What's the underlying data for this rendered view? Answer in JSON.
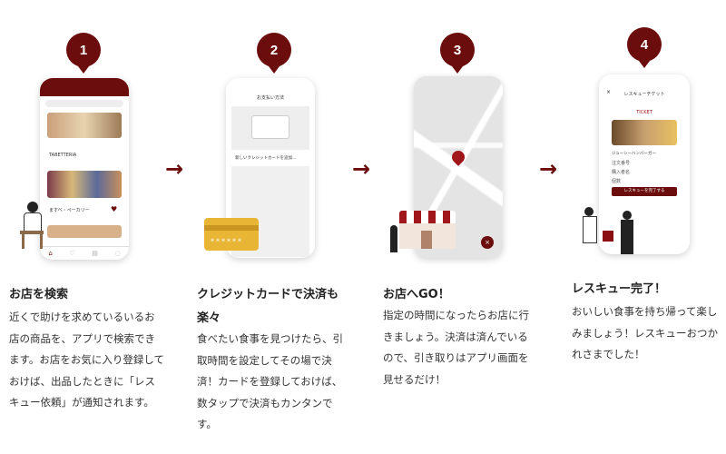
{
  "steps": [
    {
      "number": "1",
      "title": "お店を検索",
      "desc": "近くで助けを求めているいるお店の商品を、アプリで検索できます。お店をお気に入り登録しておけば、出品したときに「レスキュー依頼」が通知されます。",
      "phone": {
        "shop_name": "TABETTERIA",
        "shop2_name": "ますベ・ペーカリー"
      }
    },
    {
      "number": "2",
      "title": "クレジットカードで決済も楽々",
      "desc": "食べたい食事を見つけたら、引取時間を設定してその場で決済！カードを登録しておけば、数タップで決済もカンタンです。",
      "phone": {
        "header": "お支払い方法",
        "add_card": "新しいクレジットカードを追加..."
      }
    },
    {
      "number": "3",
      "title": "お店へGO！",
      "desc": "指定の時間になったらお店に行きましょう。決済は済んでいるので、引き取りはアプリ画面を見せるだけ！"
    },
    {
      "number": "4",
      "title": "レスキュー完了！",
      "desc": "おいしい食事を持ち帰って楽しみましょう！レスキューおつかれさまでした！",
      "phone": {
        "header": "レスキューチケット",
        "ticket": "TICKET",
        "item": "ジューシーハンバーガー",
        "row1": "注文番号",
        "row2": "購入者名",
        "row3": "個数",
        "button": "レスキューを完了する"
      }
    }
  ],
  "arrow_glyph": "→",
  "accent": "#6b0d0d"
}
